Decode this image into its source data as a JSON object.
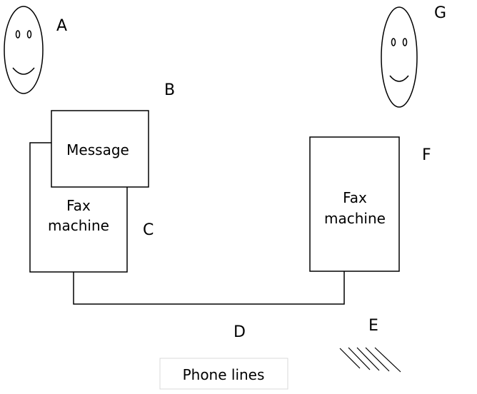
{
  "labels": {
    "a": "A",
    "b": "B",
    "c": "C",
    "d": "D",
    "e": "E",
    "f": "F",
    "g": "G"
  },
  "sender_fax": {
    "line1": "Fax",
    "line2": "machine"
  },
  "message": "Message",
  "receiver_fax": {
    "line1": "Fax",
    "line2": "machine"
  },
  "phone_lines_caption": "Phone lines",
  "icons": {
    "sender_face": "smiley-face-icon",
    "receiver_face": "smiley-face-icon",
    "ground": "hatch-lines-icon"
  },
  "colors": {
    "stroke": "#000000",
    "background": "#ffffff",
    "caption_border": "#d9d9d9"
  }
}
